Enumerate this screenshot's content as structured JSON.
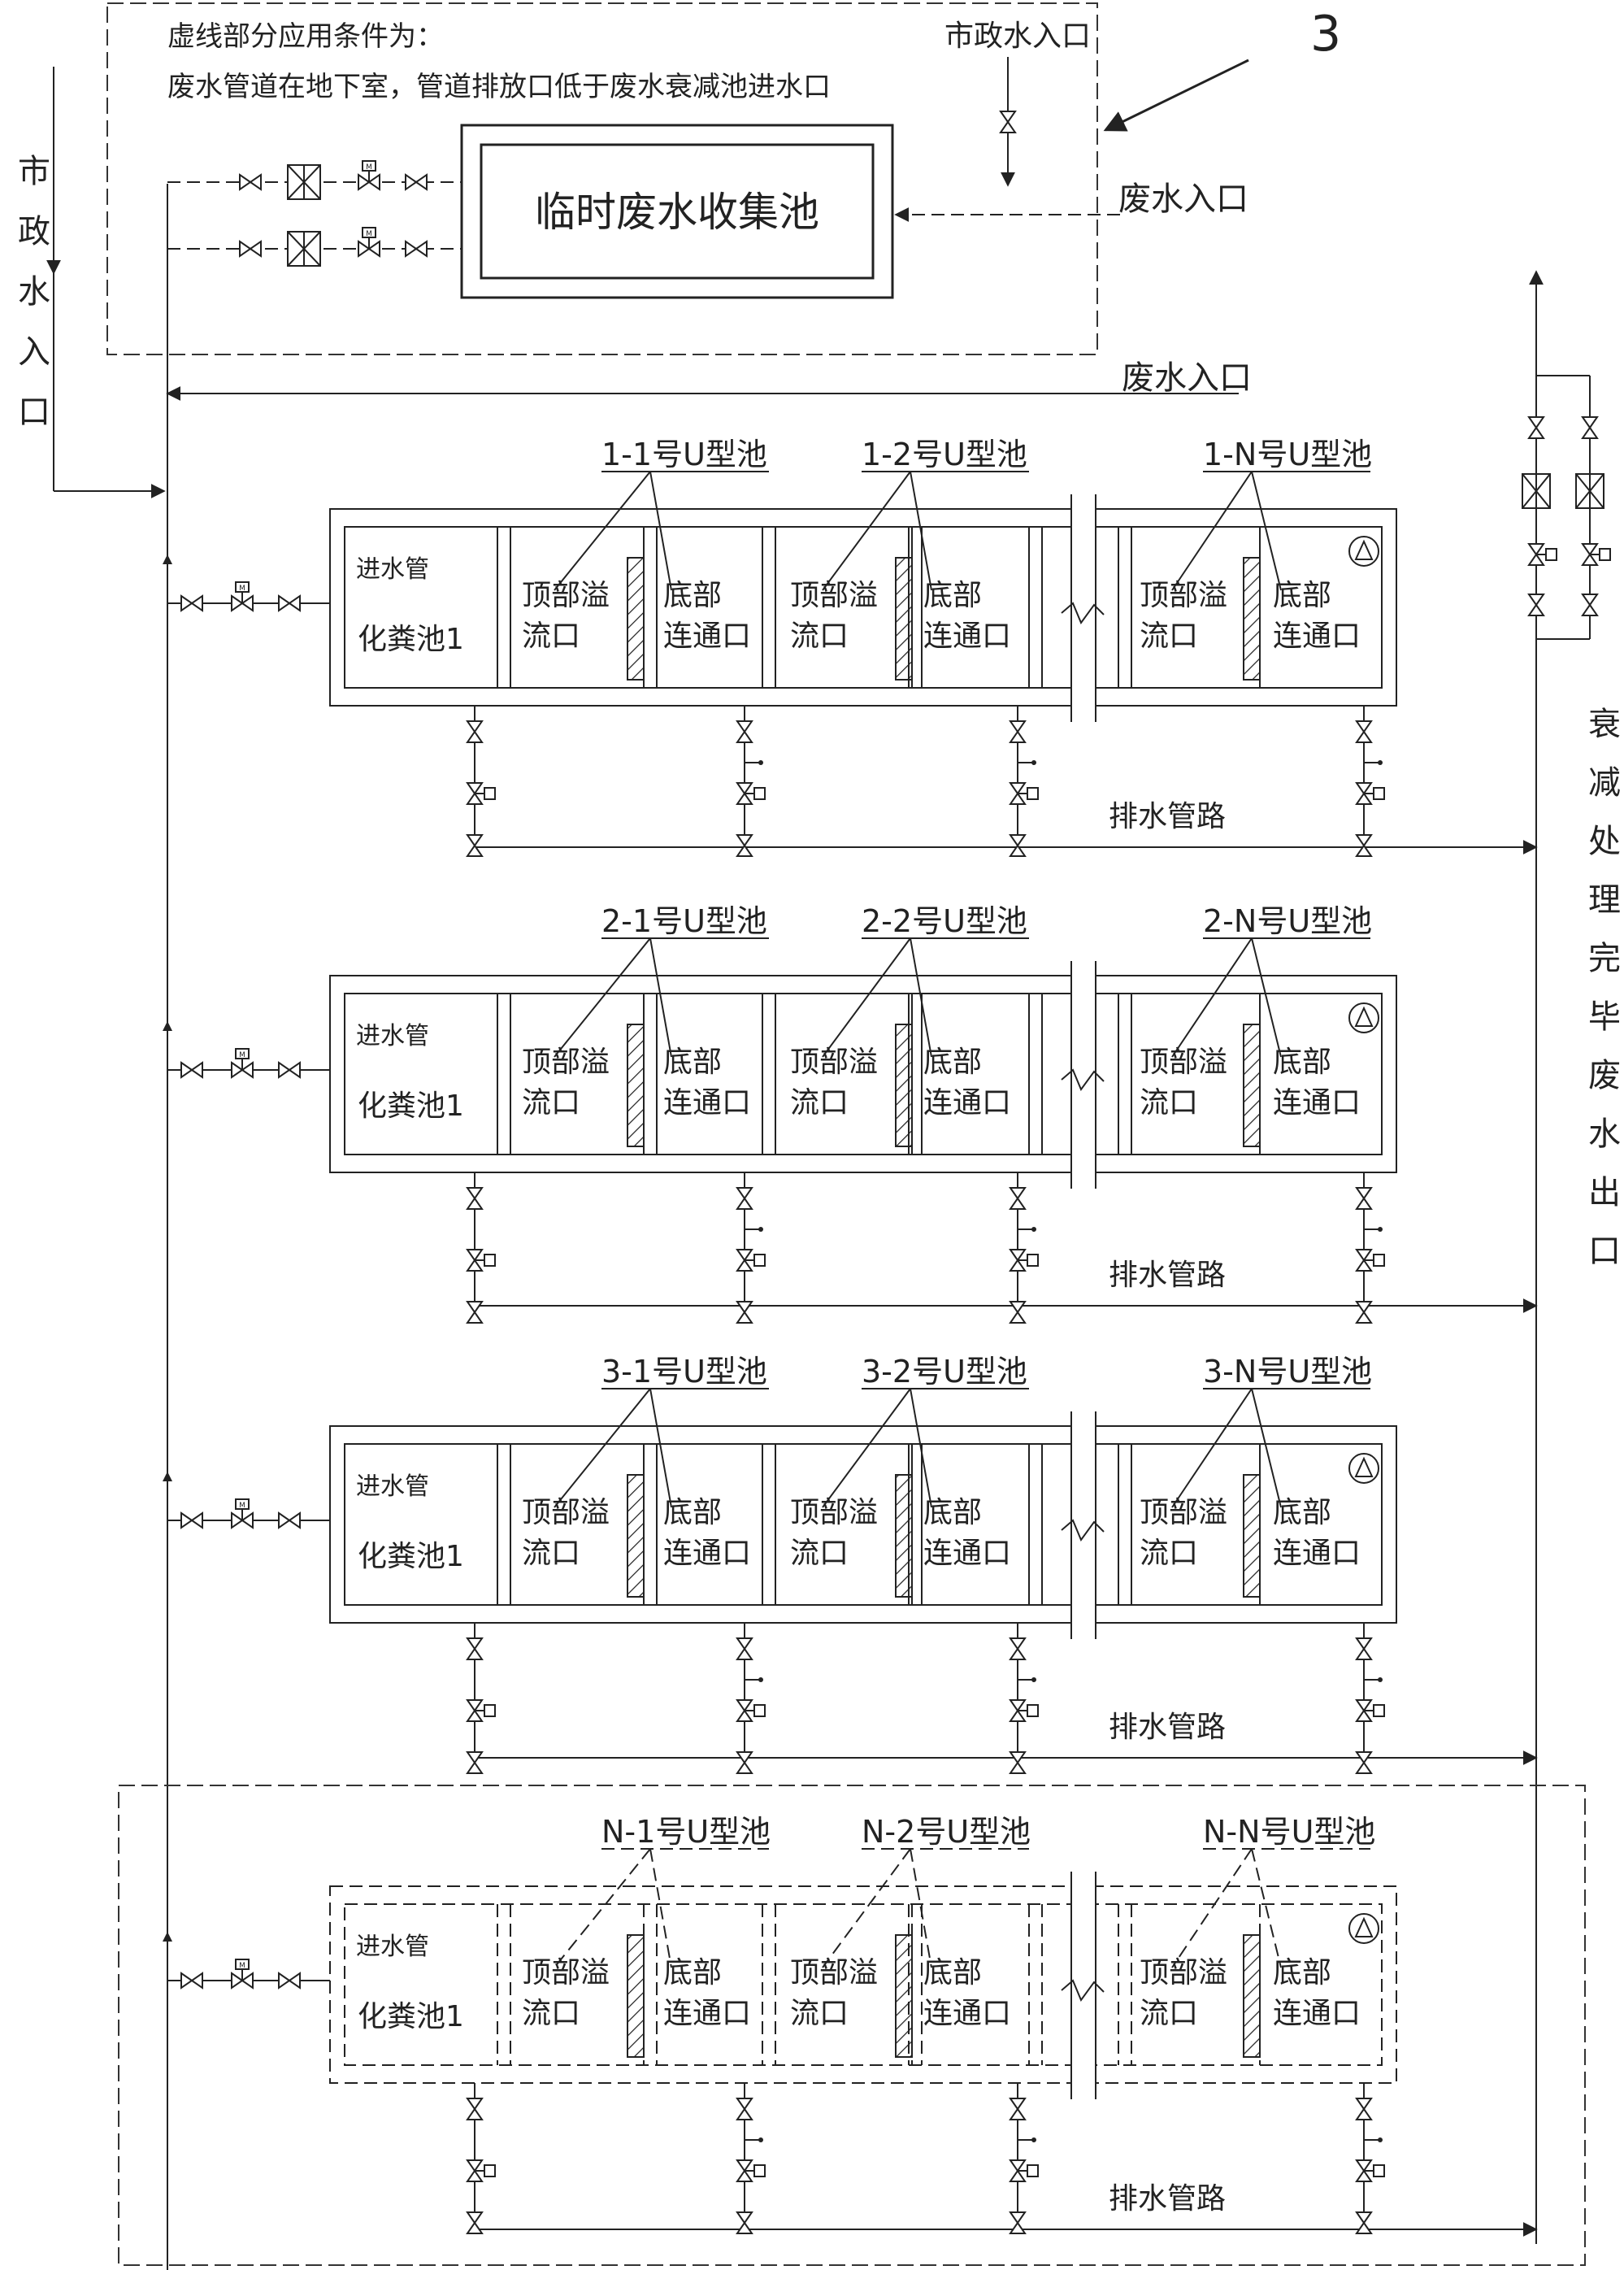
{
  "top_note": {
    "line1": "虚线部分应用条件为：",
    "line2": "废水管道在地下室，管道排放口低于废水衰减池进水口"
  },
  "callout_number": "3",
  "municipal_inlet_top": "市政水入口",
  "municipal_inlet_left": [
    "市",
    "政",
    "水",
    "入",
    "口"
  ],
  "wastewater_inlet_label": "废水入口",
  "temp_pool_label": "临时废水收集池",
  "outlet_vertical_label": [
    "衰",
    "减",
    "处",
    "理",
    "完",
    "毕",
    "废",
    "水",
    "出",
    "口"
  ],
  "rows": [
    {
      "labels": [
        "1-1号U型池",
        "1-2号U型池",
        "1-N号U型池"
      ],
      "tank_label": "化粪池1",
      "inlet_pipe": "进水管",
      "overflow": [
        "顶部溢",
        "流口"
      ],
      "bottom": [
        "底部",
        "连通口"
      ],
      "drain_label": "排水管路"
    },
    {
      "labels": [
        "2-1号U型池",
        "2-2号U型池",
        "2-N号U型池"
      ],
      "tank_label": "化粪池1",
      "inlet_pipe": "进水管",
      "overflow": [
        "顶部溢",
        "流口"
      ],
      "bottom": [
        "底部",
        "连通口"
      ],
      "drain_label": "排水管路"
    },
    {
      "labels": [
        "3-1号U型池",
        "3-2号U型池",
        "3-N号U型池"
      ],
      "tank_label": "化粪池1",
      "inlet_pipe": "进水管",
      "overflow": [
        "顶部溢",
        "流口"
      ],
      "bottom": [
        "底部",
        "连通口"
      ],
      "drain_label": "排水管路"
    },
    {
      "labels": [
        "N-1号U型池",
        "N-2号U型池",
        "N-N号U型池"
      ],
      "tank_label": "化粪池1",
      "inlet_pipe": "进水管",
      "overflow": [
        "顶部溢",
        "流口"
      ],
      "bottom": [
        "底部",
        "连通口"
      ],
      "drain_label": "排水管路"
    }
  ]
}
